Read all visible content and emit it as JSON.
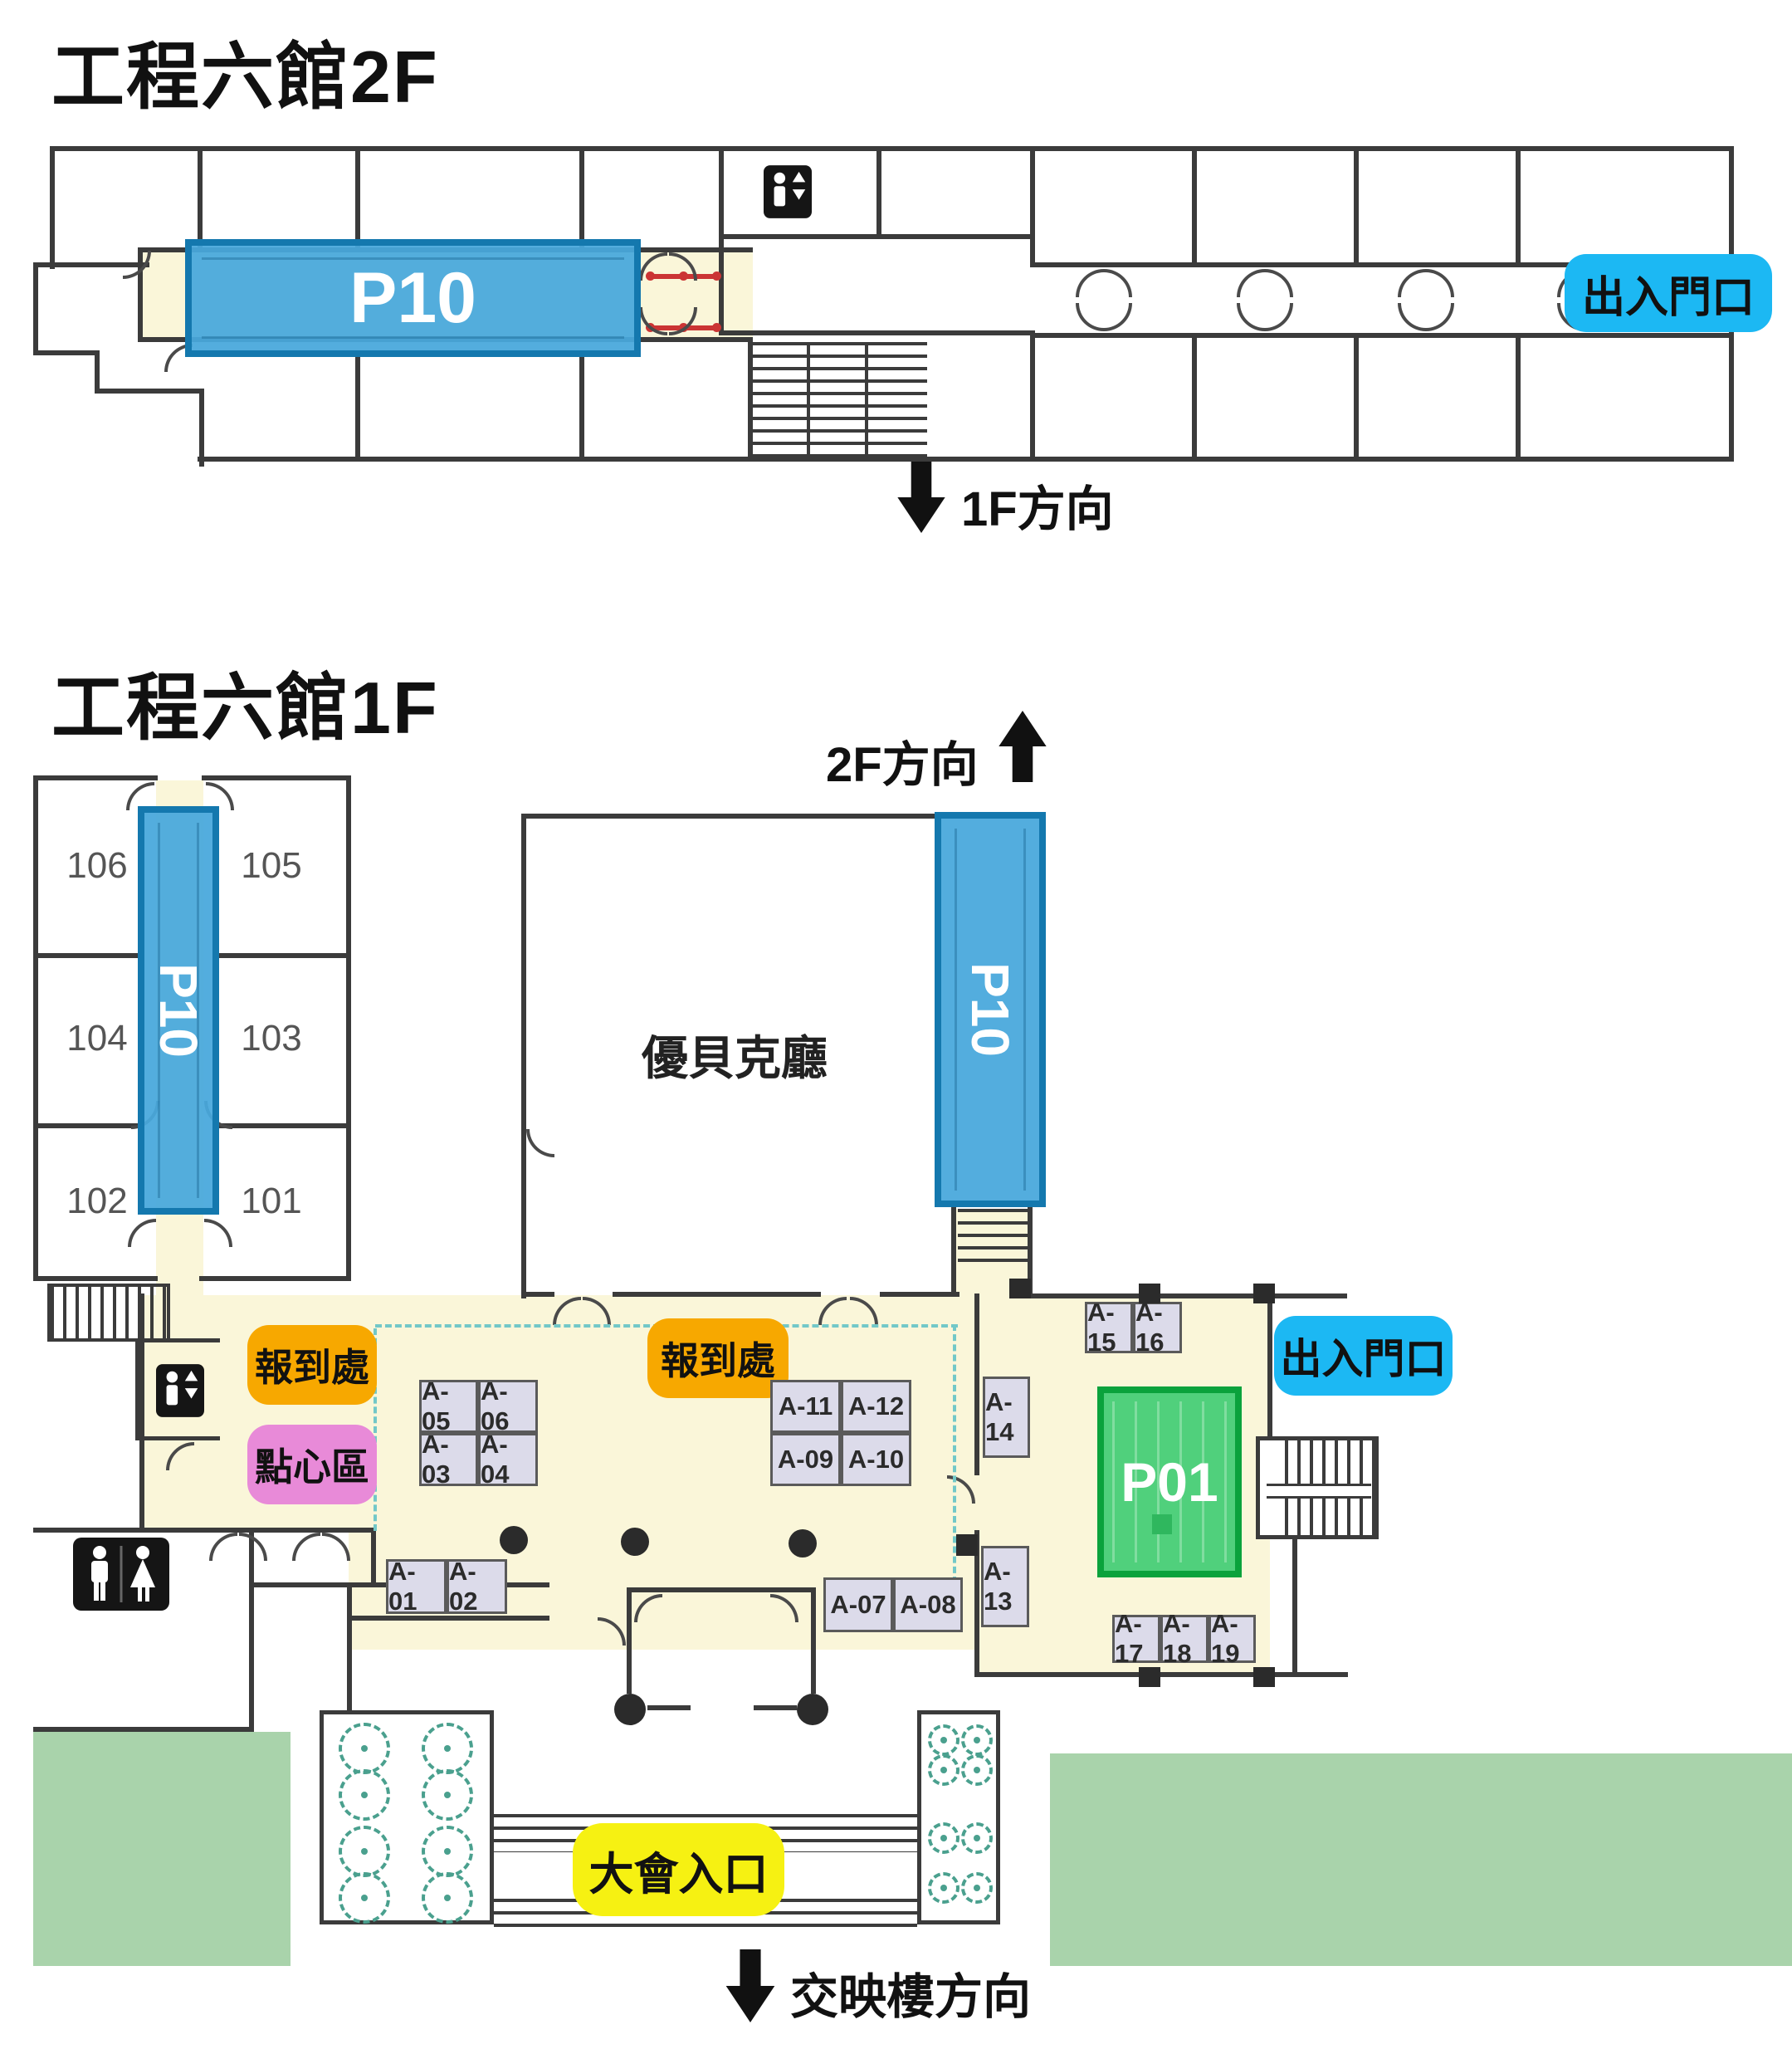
{
  "floor2": {
    "title": "工程六館2F",
    "p10": "P10",
    "exit": "出入門口",
    "direction_down": "1F方向"
  },
  "floor1": {
    "title": "工程六館1F",
    "direction_up": "2F方向",
    "hall": "優貝克廳",
    "registration": "報到處",
    "snack": "點心區",
    "stage": "P01",
    "p10_left": "P10",
    "p10_right": "P10",
    "exit": "出入門口",
    "entrance": "大會入口",
    "direction_down": "交映樓方向",
    "rooms": [
      "106",
      "105",
      "104",
      "103",
      "102",
      "101"
    ],
    "booths": [
      "A-01",
      "A-02",
      "A-03",
      "A-04",
      "A-05",
      "A-06",
      "A-07",
      "A-08",
      "A-09",
      "A-10",
      "A-11",
      "A-12",
      "A-13",
      "A-14",
      "A-15",
      "A-16",
      "A-17",
      "A-18",
      "A-19"
    ]
  },
  "colors": {
    "corridor_yellow": "#FAF6D9",
    "p10_blue": "#49AADC",
    "p10_border": "#1478AE",
    "p01_green": "#50D07C",
    "p01_border": "#0AA23C",
    "exit_label_blue": "#1CB8F3",
    "registration_orange": "#F7A800",
    "snack_pink": "#E88AD8",
    "entrance_yellow": "#F6F112",
    "outdoor_green": "#A9D3AB",
    "booth_fill": "#DCDBEA",
    "wall": "#3B3B3B"
  }
}
